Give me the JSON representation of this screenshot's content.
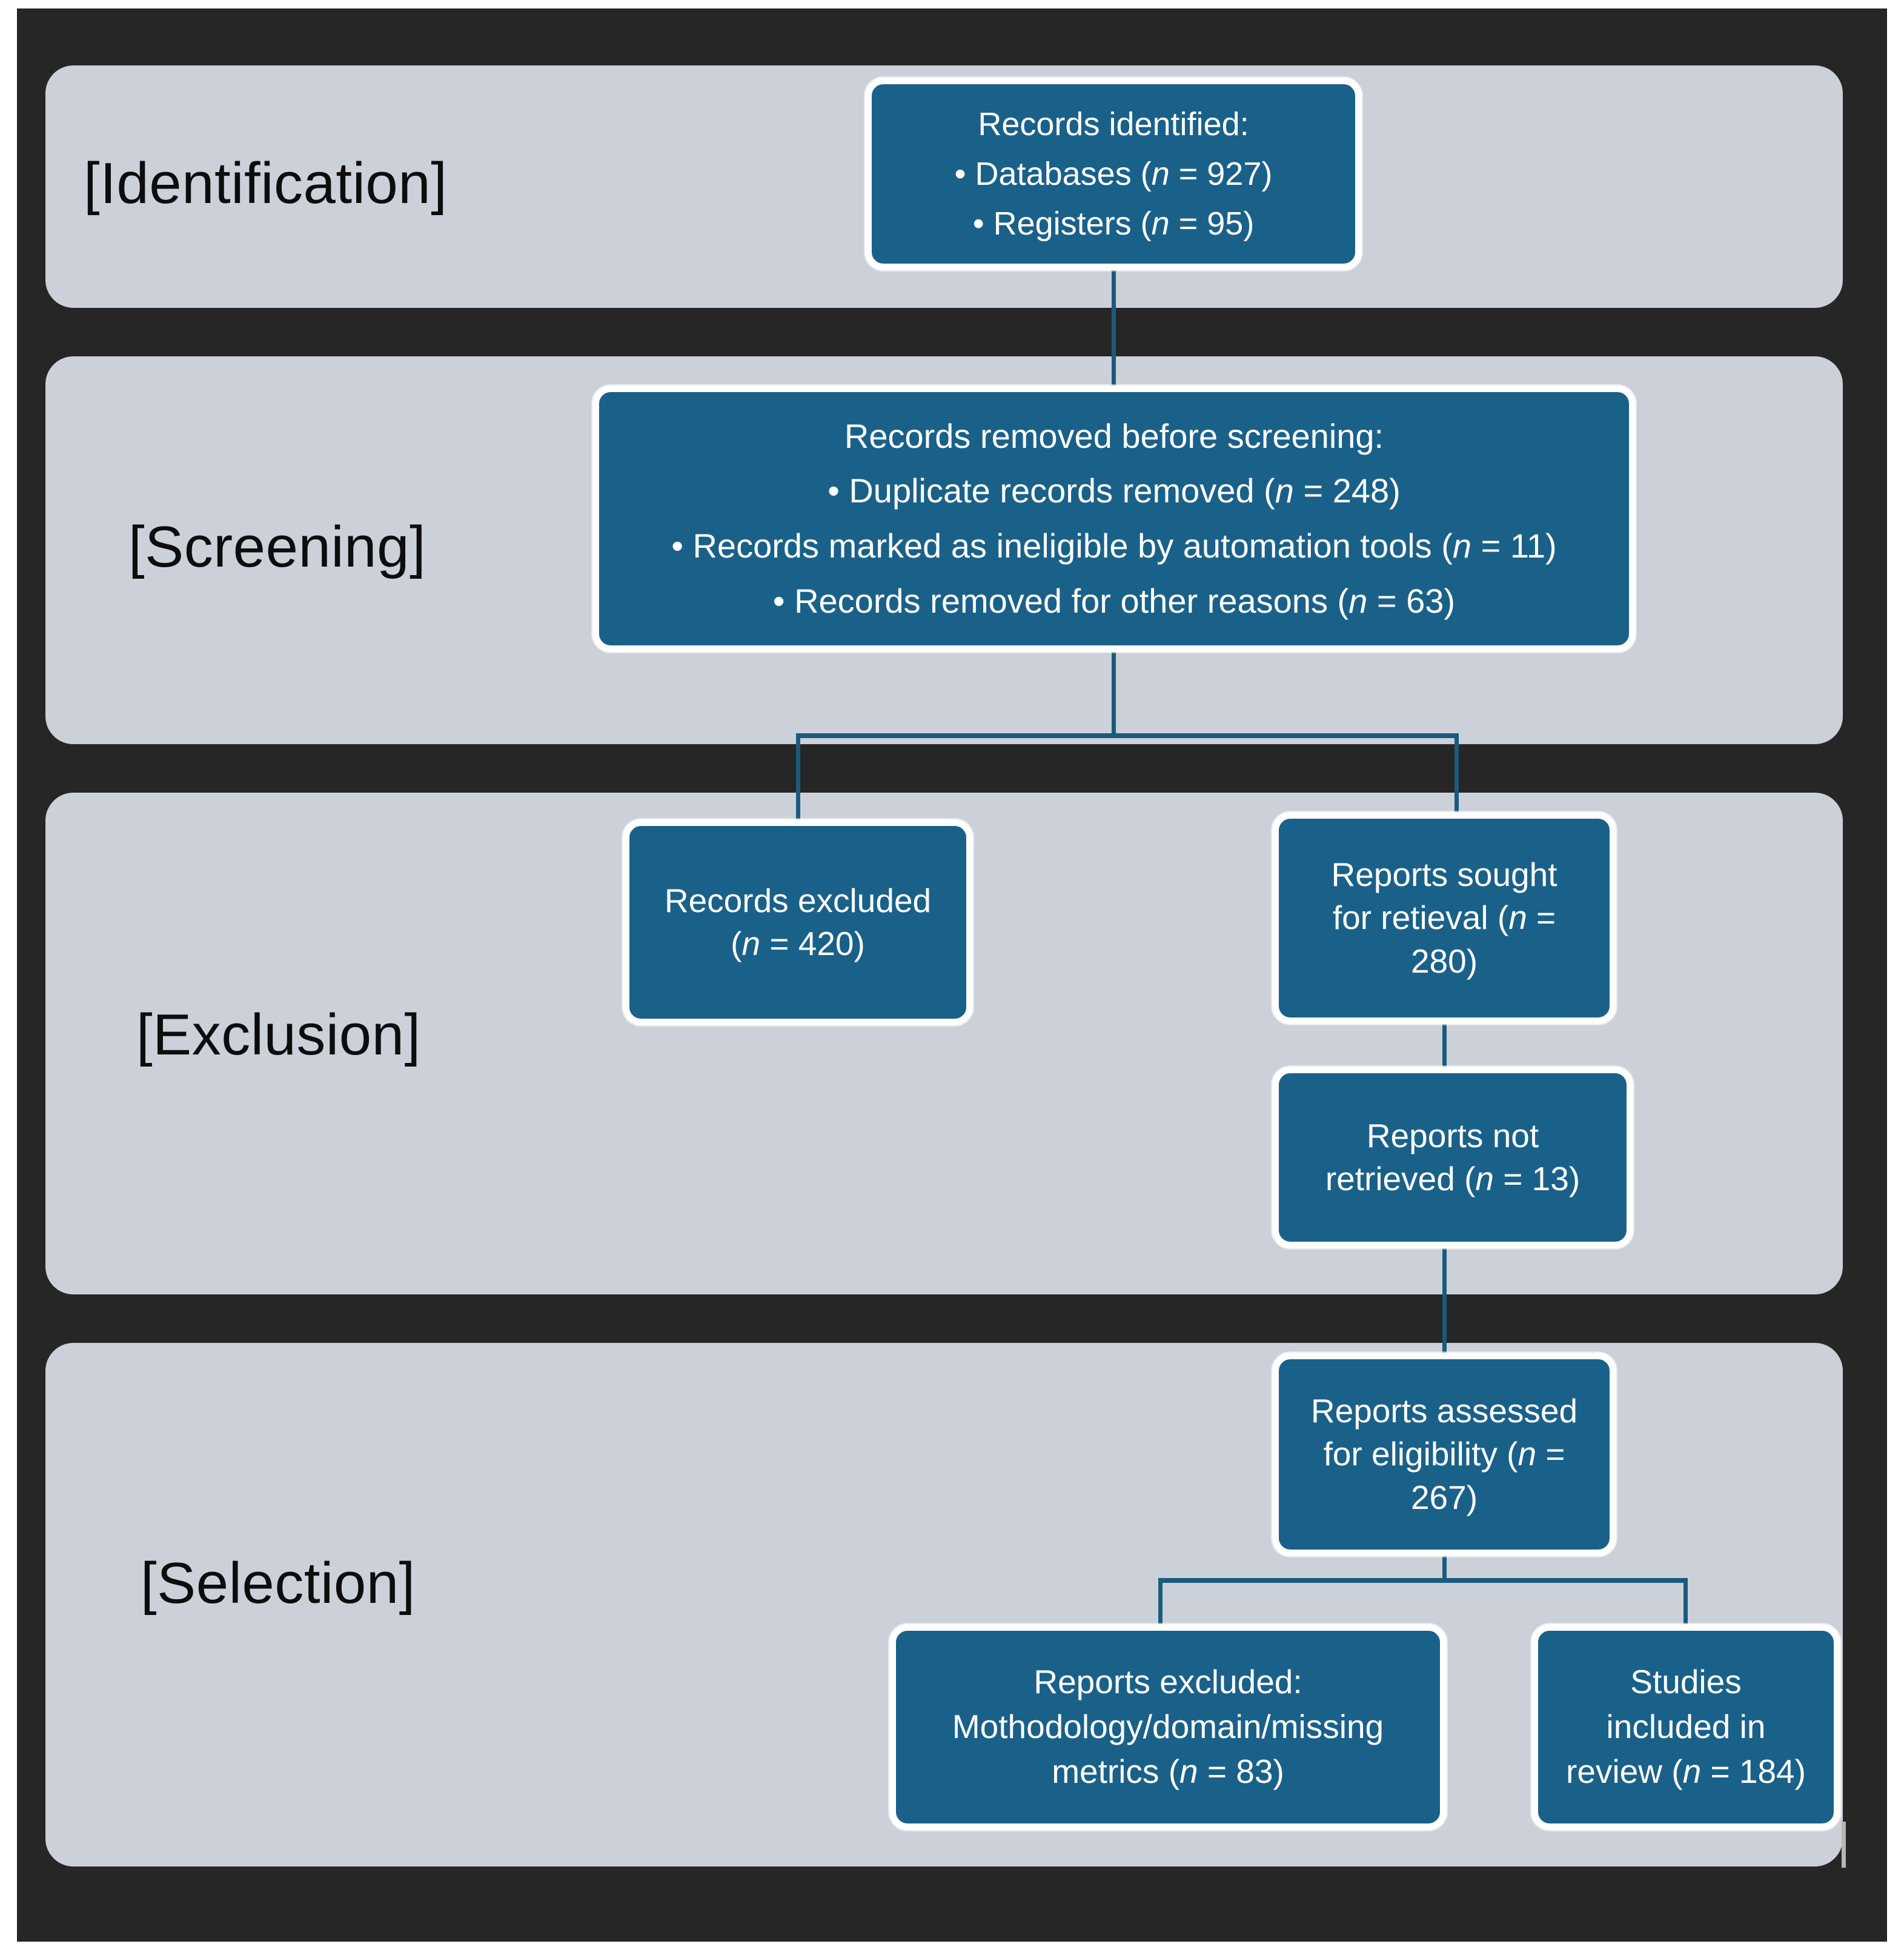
{
  "diagram": {
    "title": "PRISMA flow diagram",
    "colors": {
      "frame": "#262626",
      "panel": "#ccd1d9",
      "node": "#1a6189",
      "node_border": "#ffffff",
      "connector": "#1a5b7d",
      "label_text": "#0d0d0d",
      "node_text": "#ffffff"
    },
    "stages": [
      {
        "id": "identification",
        "label": "[Identification]"
      },
      {
        "id": "screening",
        "label": "[Screening]"
      },
      {
        "id": "exclusion",
        "label": "[Exclusion]"
      },
      {
        "id": "selection",
        "label": "[Selection]"
      }
    ],
    "nodes": {
      "records_identified": {
        "heading": "Records identified:",
        "bullets": [
          {
            "text": "• Databases (",
            "n_label": "n",
            "eq": " = ",
            "value": "927",
            "close": ")"
          },
          {
            "text": "• Registers (",
            "n_label": "n",
            "eq": " = ",
            "value": "95",
            "close": ")"
          }
        ],
        "line1": "Records identified:",
        "line2": "• Databases (n = 927)",
        "line3": "• Registers (n = 95)"
      },
      "records_removed": {
        "line1": "Records removed before screening:",
        "line2": "• Duplicate records removed (n = 248)",
        "line3": "• Records marked as ineligible by automation tools (n = 11)",
        "line4": "• Records removed for other reasons (n = 63)"
      },
      "records_excluded": {
        "line1": "Records excluded",
        "line2": "(n = 420)"
      },
      "reports_sought": {
        "line1": "Reports sought",
        "line2": "for retieval (n =",
        "line3": "280)"
      },
      "reports_not_retrieved": {
        "line1": "Reports not",
        "line2": "retrieved (n = 13)"
      },
      "reports_assessed": {
        "line1": "Reports assessed",
        "line2": "for eligibility (n  =",
        "line3": "267)"
      },
      "reports_excluded": {
        "line1": "Reports excluded:",
        "line2": "Mothodology/domain/missing",
        "line3": "metrics (n  = 83)"
      },
      "studies_included": {
        "line1": "Studies",
        "line2": "included in",
        "line3": "review (n = 184)"
      }
    },
    "counts": {
      "databases": 927,
      "registers": 95,
      "duplicates_removed": 248,
      "ineligible_automation": 11,
      "other_reasons_removed": 63,
      "records_excluded": 420,
      "reports_sought": 280,
      "reports_not_retrieved": 13,
      "reports_assessed": 267,
      "reports_excluded": 83,
      "studies_included": 184
    }
  }
}
